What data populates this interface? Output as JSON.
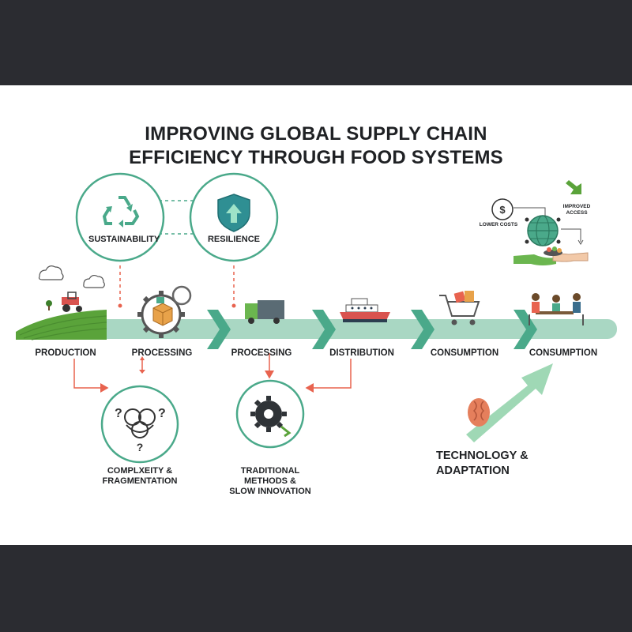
{
  "title_line1": "IMPROVING GLOBAL SUPPLY CHAIN",
  "title_line2": "EFFICIENCY THROUGH FOOD SYSTEMS",
  "pillars": {
    "sustainability": "SUSTAINABILITY",
    "resilience": "RESILIENCE"
  },
  "stages": [
    {
      "label": "PRODUCTION",
      "icon": "farm-field-tractor-icon"
    },
    {
      "label": "PROCESSING",
      "icon": "gears-box-icon"
    },
    {
      "label": "PROCESSING",
      "icon": "delivery-truck-icon"
    },
    {
      "label": "DISTRIBUTION",
      "icon": "cargo-ship-icon"
    },
    {
      "label": "CONSUMPTION",
      "icon": "shopping-cart-icon"
    },
    {
      "label": "CONSUMPTION",
      "icon": "people-dining-icon"
    }
  ],
  "challenges": {
    "complexity": {
      "line1": "COMPLXEITY &",
      "line2": "FRAGMENTATION"
    },
    "traditional": {
      "line1": "TRADITIONAL",
      "line2": "METHODS &",
      "line3": "SLOW INNOVATION"
    }
  },
  "outcome": {
    "line1": "TECHNOLOGY &",
    "line2": "ADAPTATION"
  },
  "benefits": {
    "lower_costs": "LOWER COSTS",
    "improved_line1": "IMPROVED",
    "improved_line2": "ACCESS"
  },
  "colors": {
    "teal": "#4aa98a",
    "teal_light": "#a9d7c3",
    "coral": "#e8634f",
    "dark": "#1f2124",
    "frame": "#2b2c31"
  }
}
